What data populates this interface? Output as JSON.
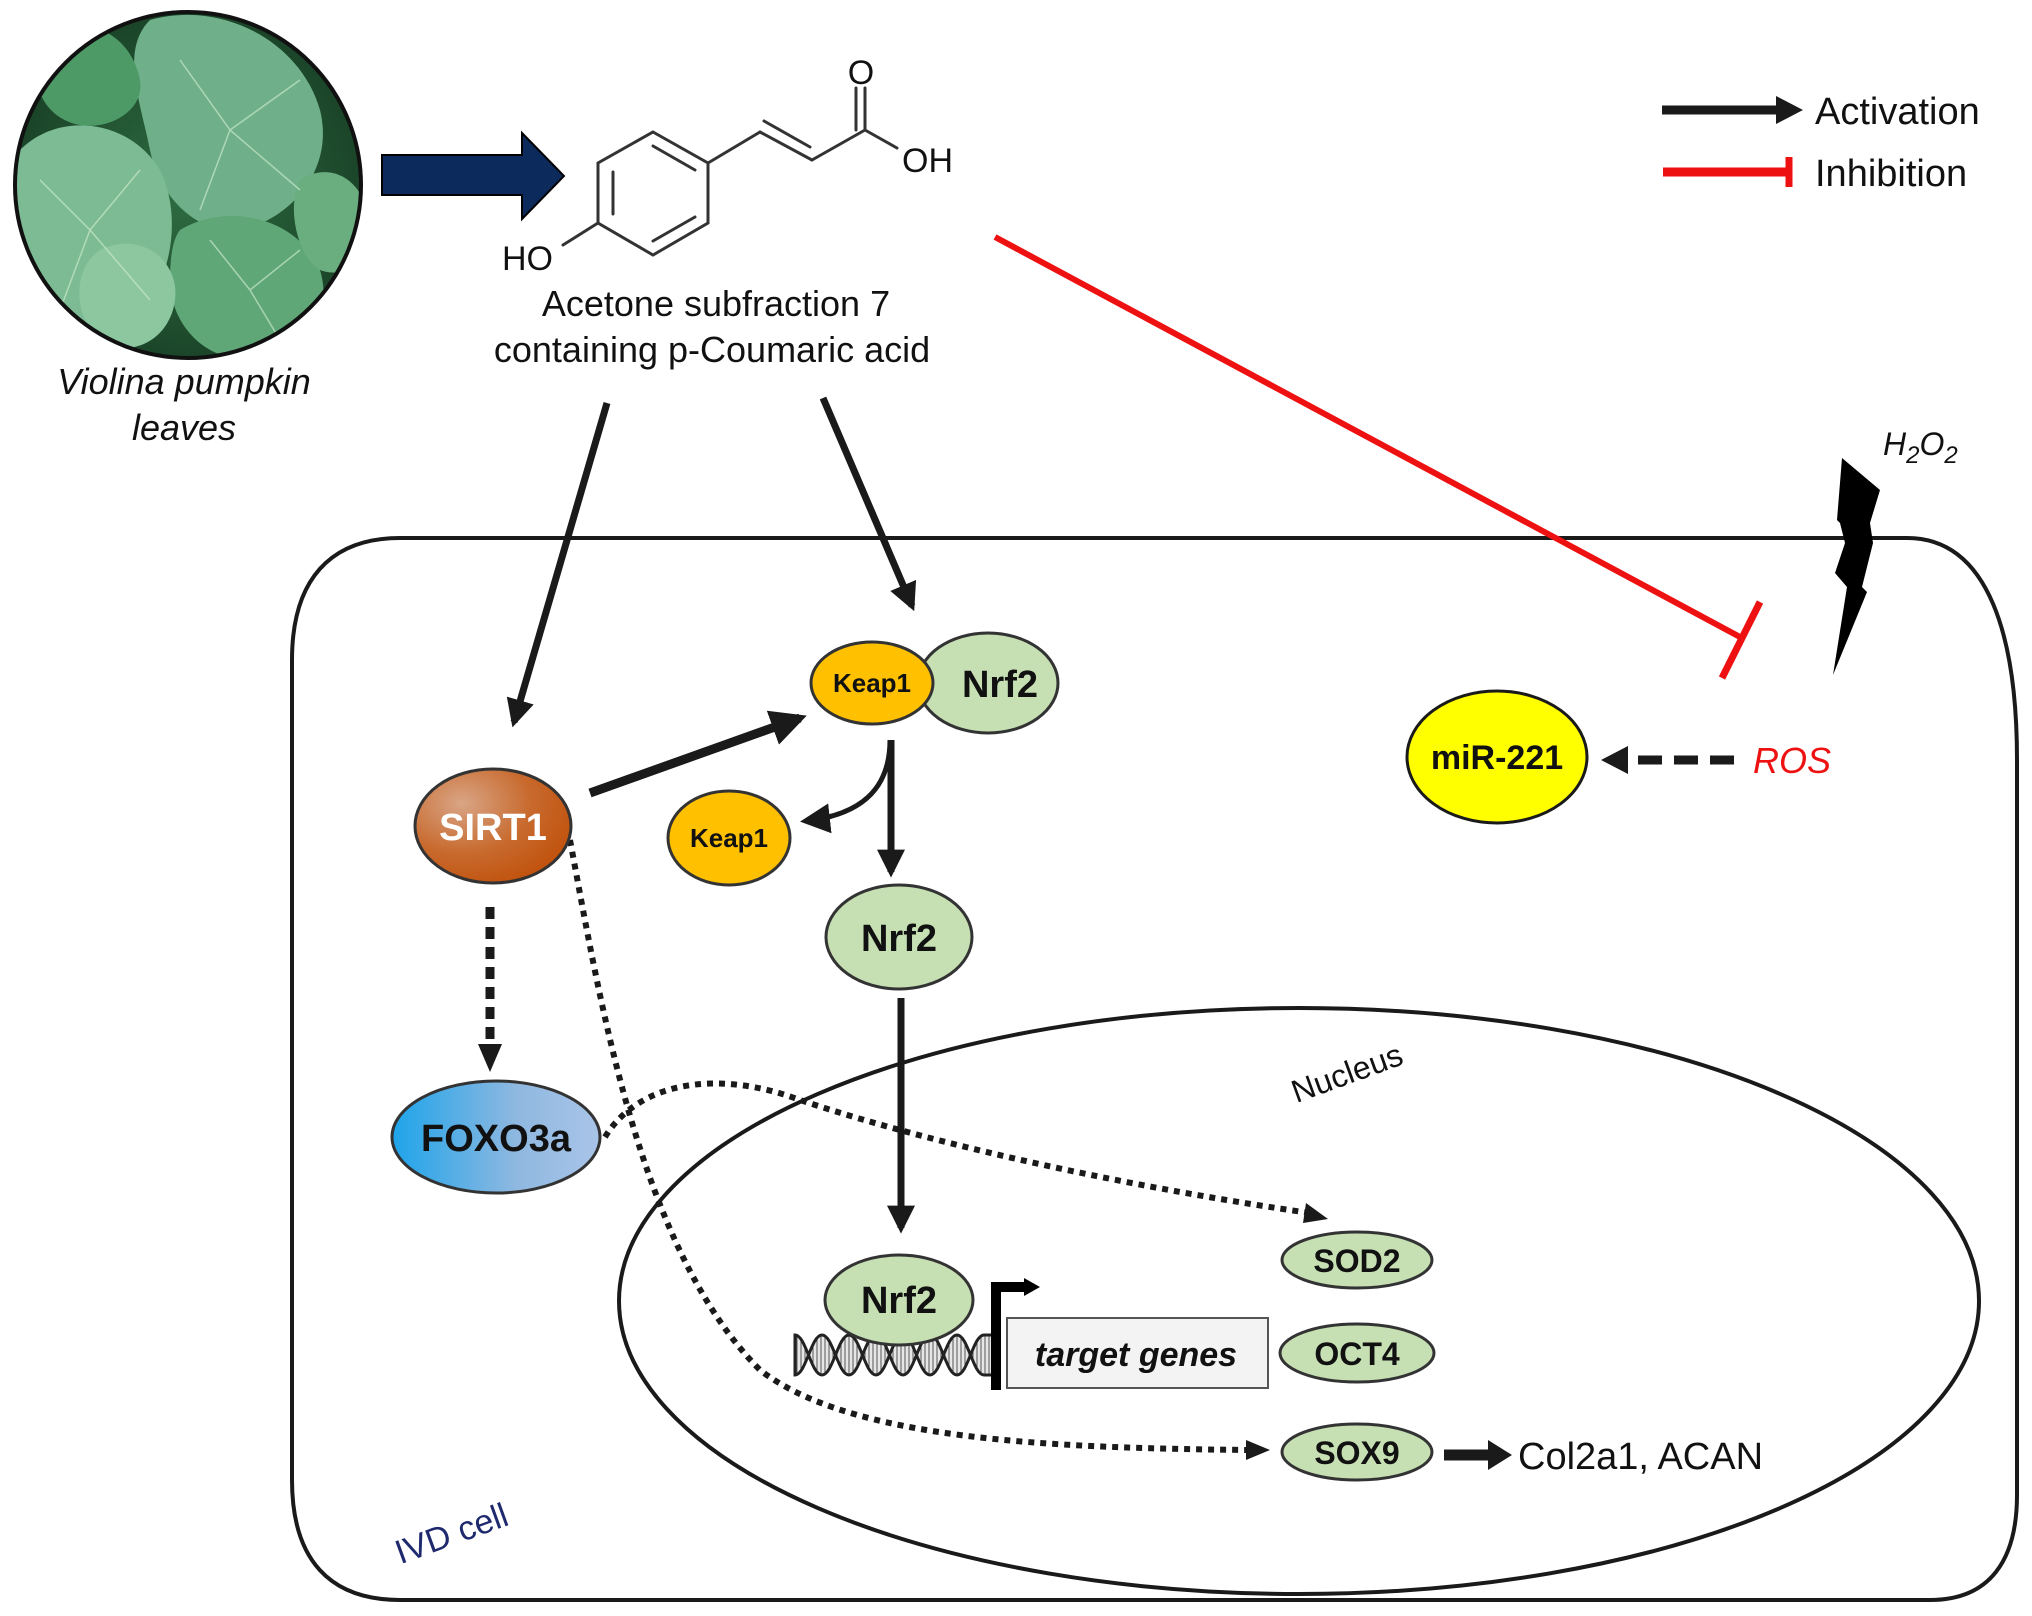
{
  "source": {
    "caption_line1": "Violina pumpkin",
    "caption_line2": "leaves",
    "photo_icon": "pumpkin-leaves-photo"
  },
  "compound": {
    "atom_O": "O",
    "atom_OH": "OH",
    "atom_HO": "HO",
    "caption_line1": "Acetone subfraction 7",
    "caption_line2": "containing p-Coumaric acid"
  },
  "legend": {
    "activation": "Activation",
    "inhibition": "Inhibition",
    "activation_color": "#1a1a1a",
    "inhibition_color": "#ee1111"
  },
  "stress": {
    "h2o2_H": "H",
    "h2o2_sub1": "2",
    "h2o2_O": "O",
    "h2o2_sub2": "2",
    "ros": "ROS",
    "ros_color": "#ee1111"
  },
  "compartments": {
    "cell": "IVD cell",
    "nucleus": "Nucleus"
  },
  "nodes": {
    "sirt1": "SIRT1",
    "keap1_bound": "Keap1",
    "nrf2_bound": "Nrf2",
    "keap1_free": "Keap1",
    "nrf2_cytoplasm": "Nrf2",
    "nrf2_nucleus": "Nrf2",
    "foxo3a": "FOXO3a",
    "mir221": "miR-221",
    "sod2": "SOD2",
    "oct4": "OCT4",
    "sox9": "SOX9",
    "target_genes": "target genes",
    "downstream": "Col2a1, ACAN"
  },
  "colors": {
    "nrf2": "#c6e0b4",
    "keap1": "#ffc000",
    "mir221": "#ffff00",
    "sirt1": "#c55a11",
    "foxo3a": "#5b9bd5",
    "cell_label": "#1f2a6e",
    "source_arrow": "#0d2a5c"
  }
}
